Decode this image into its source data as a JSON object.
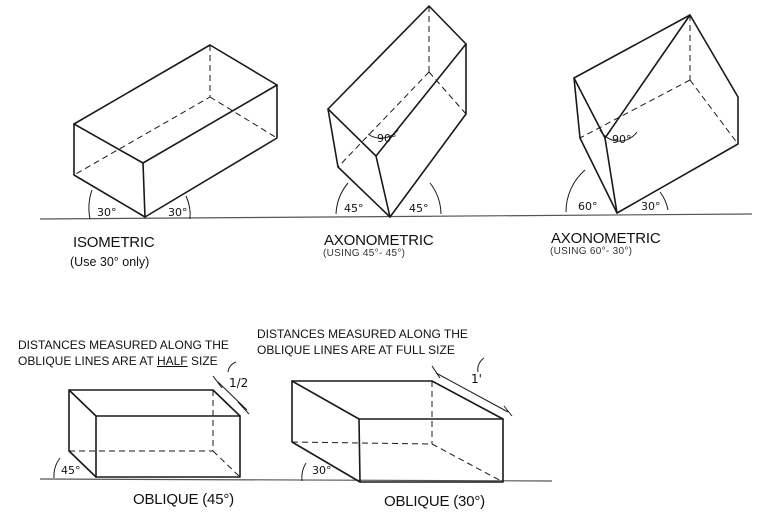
{
  "isometric": {
    "title": "ISOMETRIC",
    "subtitle": "(Use 30° only)",
    "angle_left": "30°",
    "angle_right": "30°"
  },
  "axonometric_45": {
    "title": "AXONOMETRIC",
    "subtitle": "(USING 45°- 45°)",
    "angle_top": "90°",
    "angle_left": "45°",
    "angle_right": "45°"
  },
  "axonometric_60": {
    "title": "AXONOMETRIC",
    "subtitle": "(USING 60°- 30°)",
    "angle_top": "90°",
    "angle_left": "60°",
    "angle_right": "30°"
  },
  "oblique_45": {
    "note_line1": "DISTANCES MEASURED ALONG THE",
    "note_line2_prefix": "OBLIQUE LINES ARE AT ",
    "note_line2_emph": "HALF",
    "note_line2_suffix": " SIZE",
    "dimension": "1/2",
    "angle": "45°",
    "title": "OBLIQUE (45°)"
  },
  "oblique_30": {
    "note_line1": "DISTANCES MEASURED ALONG THE",
    "note_line2": "OBLIQUE LINES ARE AT FULL SIZE",
    "dimension": "1'",
    "angle": "30°",
    "title": "OBLIQUE (30°)"
  }
}
